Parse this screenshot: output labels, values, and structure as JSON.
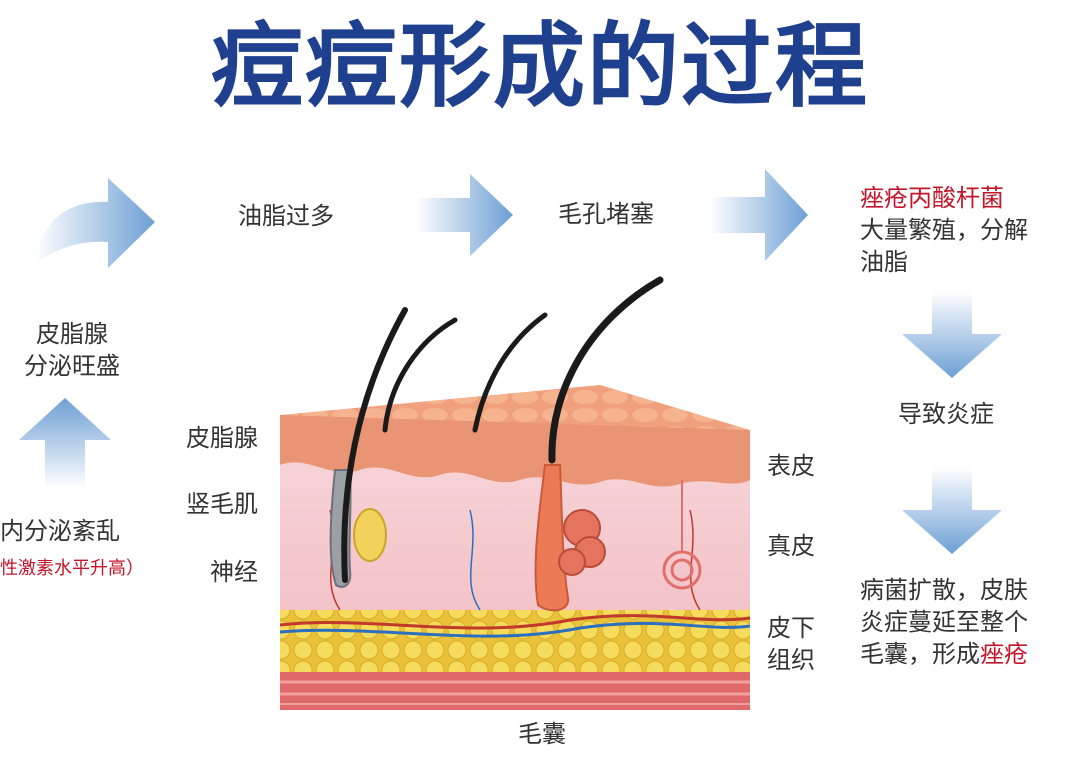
{
  "title": "痘痘形成的过程",
  "flow": {
    "step_sebaceous": [
      "皮脂腺",
      "分泌旺盛"
    ],
    "step_endocrine": "内分泌紊乱",
    "step_endocrine_note": "性激素水平升高）",
    "step_oil": "油脂过多",
    "step_pore": "毛孔堵塞",
    "step_bacteria_red": "痤疮丙酸杆菌",
    "step_bacteria": [
      "大量繁殖，分解",
      "油脂"
    ],
    "step_inflammation": "导致炎症",
    "step_spread": [
      "病菌扩散，皮肤",
      "炎症蔓延至整个",
      "毛囊，形成"
    ],
    "step_spread_red": "痤疮"
  },
  "anatomy": {
    "sebaceous_gland": "皮脂腺",
    "arrector_muscle": "竖毛肌",
    "nerve": "神经",
    "epidermis": "表皮",
    "dermis": "真皮",
    "subcutaneous": [
      "皮下",
      "组织"
    ],
    "hair_follicle": "毛囊"
  },
  "colors": {
    "title": "#1f3f8f",
    "arrow": "#7aa8d8",
    "highlight": "#c4162a",
    "skin": "#f2a27a",
    "fat": "#f0d34a"
  }
}
